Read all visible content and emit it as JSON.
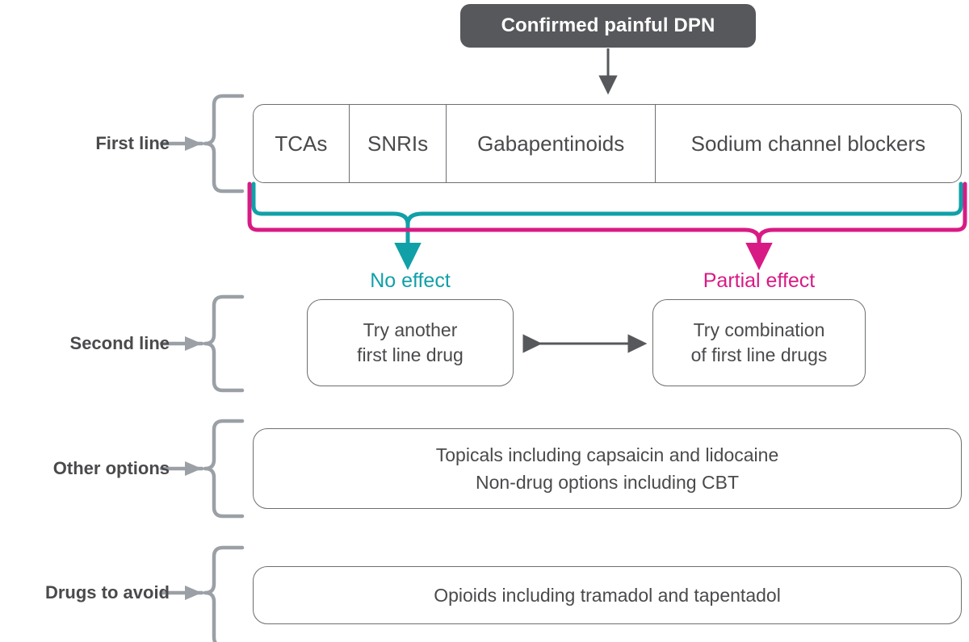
{
  "diagram": {
    "title": "Confirmed painful DPN",
    "colors": {
      "header_bg": "#57585b",
      "box_border": "#6d6e71",
      "text": "#4a4a4d",
      "no_effect": "#11a0a8",
      "partial_effect": "#d81b84",
      "brace": "#9aa0a6"
    },
    "header": {
      "label": "Confirmed painful DPN"
    },
    "rows": [
      {
        "label": "First line"
      },
      {
        "label": "Second line"
      },
      {
        "label": "Other options"
      },
      {
        "label": "Drugs to avoid"
      }
    ],
    "first_line": {
      "options": [
        {
          "label": "TCAs"
        },
        {
          "label": "SNRIs"
        },
        {
          "label": "Gabapentinoids"
        },
        {
          "label": "Sodium channel blockers"
        }
      ]
    },
    "branches": [
      {
        "label": "No effect",
        "color": "#11a0a8"
      },
      {
        "label": "Partial effect",
        "color": "#d81b84"
      }
    ],
    "second_line": {
      "left_box": {
        "line1": "Try another",
        "line2": "first line drug"
      },
      "right_box": {
        "line1": "Try combination",
        "line2": "of first line drugs"
      }
    },
    "other_options": {
      "line1": "Topicals including capsaicin and lidocaine",
      "line2": "Non-drug options including CBT"
    },
    "drugs_to_avoid": {
      "line1": "Opioids including tramadol and tapentadol"
    }
  }
}
